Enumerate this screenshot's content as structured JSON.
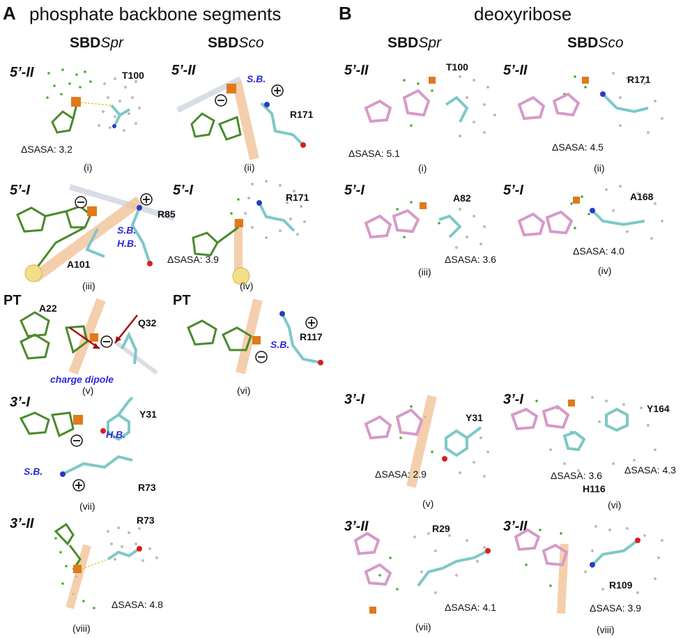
{
  "panels": {
    "A": {
      "letter": "A",
      "title": "phosphate backbone segments"
    },
    "B": {
      "letter": "B",
      "title": "deoxyribose"
    }
  },
  "columns": {
    "spr": {
      "bold": "SBD",
      "italic": "Spr"
    },
    "sco": {
      "bold": "SBD",
      "italic": "Sco"
    }
  },
  "segments": {
    "five_II": "5’-II",
    "five_I": "5’-I",
    "pt": "PT",
    "three_I": "3’-I",
    "three_II": "3’-II"
  },
  "labels": {
    "a_i": {
      "residue": "T100",
      "dsasa": "ΔSASA: 3.2",
      "roman": "(i)"
    },
    "a_ii": {
      "residue": "R171",
      "note": "S.B.",
      "roman": "(ii)"
    },
    "a_iii": {
      "residue1": "R85",
      "residue2": "A101",
      "note1": "S.B.",
      "note2": "H.B.",
      "roman": "(iii)"
    },
    "a_iv": {
      "residue": "R171",
      "dsasa": "ΔSASA: 3.9",
      "roman": "(iv)"
    },
    "a_v": {
      "residue1": "A22",
      "residue2": "Q32",
      "note": "charge dipole",
      "roman": "(v)"
    },
    "a_vi": {
      "residue": "R117",
      "note": "S.B.",
      "roman": "(vi)"
    },
    "a_vii": {
      "residue1": "Y31",
      "residue2": "R73",
      "note1": "H.B.",
      "note2": "S.B.",
      "roman": "(vii)"
    },
    "a_viii": {
      "residue": "R73",
      "dsasa": "ΔSASA: 4.8",
      "roman": "(viii)"
    },
    "b_i": {
      "residue": "T100",
      "dsasa": "ΔSASA: 5.1",
      "roman": "(i)"
    },
    "b_ii": {
      "residue": "R171",
      "dsasa": "ΔSASA: 4.5",
      "roman": "(ii)"
    },
    "b_iii": {
      "residue": "A82",
      "dsasa": "ΔSASA: 3.6",
      "roman": "(iii)"
    },
    "b_iv": {
      "residue": "A168",
      "dsasa": "ΔSASA: 4.0",
      "roman": "(iv)"
    },
    "b_v": {
      "residue": "Y31",
      "dsasa": "ΔSASA: 2.9",
      "roman": "(v)"
    },
    "b_vi": {
      "residue1": "Y164",
      "residue2": "H116",
      "dsasa1": "ΔSASA: 3.6",
      "dsasa2": "ΔSASA: 4.3",
      "roman": "(vi)"
    },
    "b_vii": {
      "residue": "R29",
      "dsasa": "ΔSASA: 4.1",
      "roman": "(vii)"
    },
    "b_viii": {
      "residue": "R109",
      "dsasa": "ΔSASA: 3.9",
      "roman": "(viii)"
    }
  },
  "symbols": {
    "plus": "+",
    "minus": "−"
  },
  "colors": {
    "carbon_green": "#4a8a2a",
    "carbon_cyan": "#7ec8c8",
    "carbon_pink": "#d79ac8",
    "phosphorus": "#e07a1a",
    "oxygen": "#d81f1f",
    "nitrogen": "#2a3acb",
    "backbone_tube": "#f2c49a",
    "dots_green": "#3fae2a",
    "dots_gray": "#b8b8b8",
    "annotation_blue": "#2b2bd6"
  }
}
